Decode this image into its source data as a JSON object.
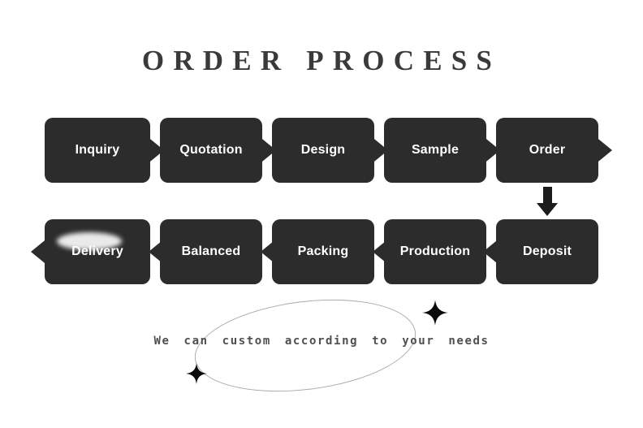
{
  "title": "ORDER PROCESS",
  "row1": {
    "steps": [
      "Inquiry",
      "Quotation",
      "Design",
      "Sample",
      "Order"
    ]
  },
  "row2": {
    "steps": [
      "Delivery",
      "Balanced",
      "Packing",
      "Production",
      "Deposit"
    ]
  },
  "note": "We can custom according to your needs",
  "colors": {
    "box": "#2d2c2c",
    "box_text": "#ffffff",
    "title_text": "#3a3a3a",
    "note_text": "#4f4f4f",
    "ellipse_stroke": "#aaaaaa",
    "background": "#ffffff"
  },
  "icons": {
    "flow_arrows": "solid chevrons between steps",
    "sparkles": "four-point stars"
  }
}
